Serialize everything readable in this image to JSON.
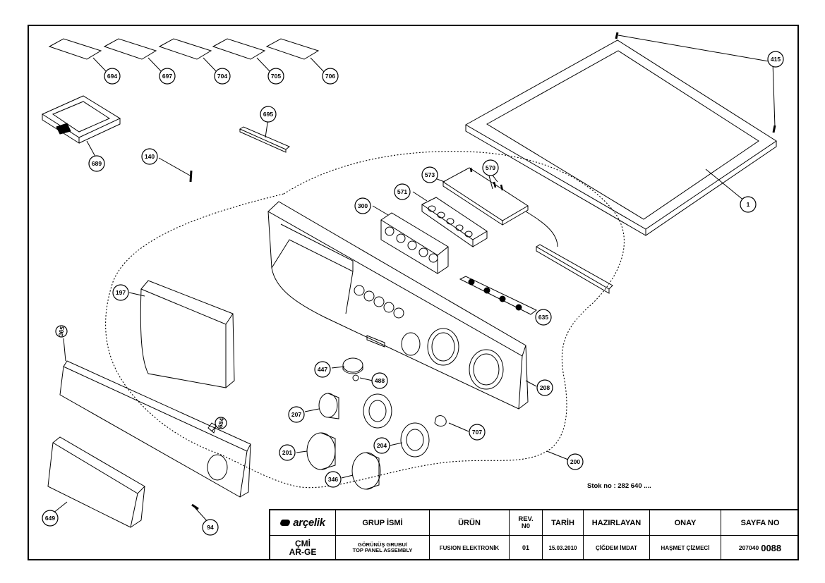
{
  "callouts": [
    "694",
    "697",
    "704",
    "705",
    "706",
    "695",
    "689",
    "140",
    "415",
    "1",
    "573",
    "579",
    "571",
    "300",
    "197",
    "365",
    "635",
    "447",
    "488",
    "208",
    "207",
    "707",
    "204",
    "201",
    "346",
    "684",
    "200",
    "649",
    "94"
  ],
  "stock_label": "Stok no : 282 640 ....",
  "title_block": {
    "logo": "arçelik",
    "headers": {
      "group_name": "GRUP İSMİ",
      "product": "ÜRÜN",
      "rev_line1": "REV.",
      "rev_line2": "N0",
      "date": "TARİH",
      "prepared_by": "HAZIRLAYAN",
      "approval": "ONAY",
      "page_no": "SAYFA NO"
    },
    "values": {
      "code_line1": "ÇMİ",
      "code_line2": "AR-GE",
      "group_line1": "GÖRÜNÜŞ GRUBU/",
      "group_line2": "TOP PANEL ASSEMBLY",
      "product": "FUSION ELEKTRONİK",
      "rev": "01",
      "date": "15.03.2010",
      "prepared_by": "ÇİĞDEM İMDAT",
      "approval": "HAŞMET ÇİZMECİ",
      "page_prefix": "207040",
      "page_number": "0088"
    }
  }
}
